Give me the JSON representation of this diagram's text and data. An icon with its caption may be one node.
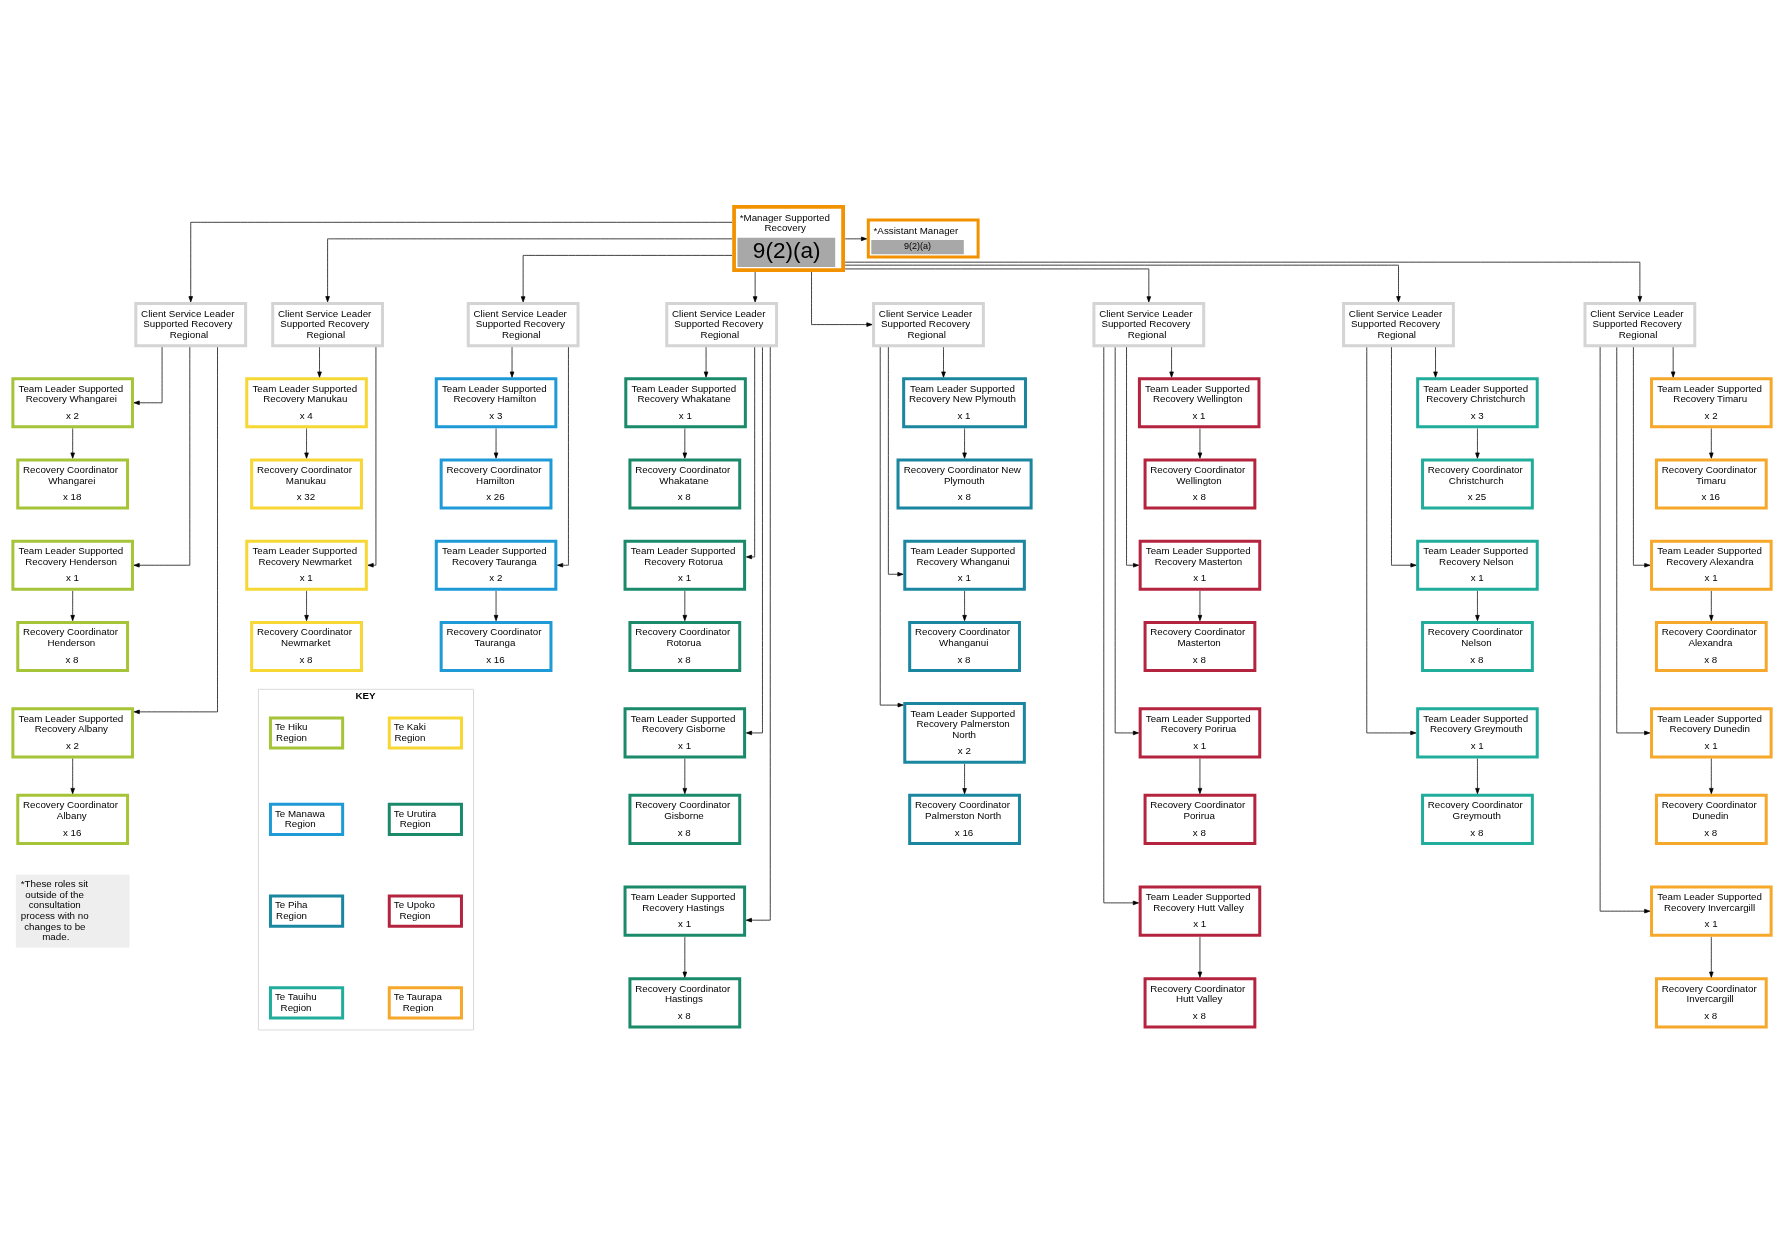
{
  "diagram": {
    "nodes": [
      {
        "text": [
          "*Manager Supported Recovery",
          "9(2)(a)"
        ]
      },
      {
        "text": [
          "*Assistant Manager",
          "9(2)(a)"
        ]
      },
      {
        "text": [
          "Client Service Leader Supported Recovery Regional"
        ]
      },
      {
        "text": [
          "Client Service Leader Supported Recovery Regional"
        ]
      },
      {
        "text": [
          "Client Service Leader Supported Recovery Regional"
        ]
      },
      {
        "text": [
          "Client Service Leader Supported Recovery Regional"
        ]
      },
      {
        "text": [
          "Client Service Leader Supported Recovery Regional"
        ]
      },
      {
        "text": [
          "Client Service Leader Supported Recovery Regional"
        ]
      },
      {
        "text": [
          "Client Service Leader Supported Recovery Regional"
        ]
      },
      {
        "text": [
          "Client Service Leader Supported Recovery Regional"
        ]
      },
      {
        "text": [
          "Team Leader Supported Recovery Whangarei",
          "x 2"
        ]
      },
      {
        "text": [
          "Recovery Coordinator Whangarei",
          "x 18"
        ]
      },
      {
        "text": [
          "Team Leader Supported Recovery Henderson",
          "x 1"
        ]
      },
      {
        "text": [
          "Recovery Coordinator Henderson",
          "x 8"
        ]
      },
      {
        "text": [
          "Team Leader Supported Recovery Albany",
          "x 2"
        ]
      },
      {
        "text": [
          "Recovery Coordinator Albany",
          "x 16"
        ]
      },
      {
        "text": [
          "Team Leader Supported Recovery Manukau",
          "x 4"
        ]
      },
      {
        "text": [
          "Recovery Coordinator Manukau",
          "x 32"
        ]
      },
      {
        "text": [
          "Team Leader Supported Recovery Newmarket",
          "x 1"
        ]
      },
      {
        "text": [
          "Recovery Coordinator Newmarket",
          "x 8"
        ]
      },
      {
        "text": [
          "Team Leader Supported Recovery Hamilton",
          "x 3"
        ]
      },
      {
        "text": [
          "Recovery Coordinator Hamilton",
          "x 26"
        ]
      },
      {
        "text": [
          "Team Leader Supported Recovery Tauranga",
          "x 2"
        ]
      },
      {
        "text": [
          "Recovery Coordinator Tauranga",
          "x 16"
        ]
      },
      {
        "text": [
          "Team Leader Supported Recovery Whakatane",
          "x 1"
        ]
      },
      {
        "text": [
          "Recovery Coordinator Whakatane",
          "x 8"
        ]
      },
      {
        "text": [
          "Team Leader Supported Recovery Rotorua",
          "x 1"
        ]
      },
      {
        "text": [
          "Recovery Coordinator Rotorua",
          "x 8"
        ]
      },
      {
        "text": [
          "Team Leader Supported Recovery Gisborne",
          "x 1"
        ]
      },
      {
        "text": [
          "Recovery Coordinator Gisborne",
          "x 8"
        ]
      },
      {
        "text": [
          "Team Leader Supported Recovery Hastings",
          "x 1"
        ]
      },
      {
        "text": [
          "Recovery Coordinator Hastings",
          "x 8"
        ]
      },
      {
        "text": [
          "Team Leader Supported Recovery New Plymouth",
          "x 1"
        ]
      },
      {
        "text": [
          "Recovery Coordinator New Plymouth",
          "x 8"
        ]
      },
      {
        "text": [
          "Team Leader Supported Recovery Whanganui",
          "x 1"
        ]
      },
      {
        "text": [
          "Recovery Coordinator Whanganui",
          "x 8"
        ]
      },
      {
        "text": [
          "Team Leader Supported Recovery Palmerston North",
          "x 2"
        ]
      },
      {
        "text": [
          "Recovery Coordinator Palmerston North",
          "x 16"
        ]
      },
      {
        "text": [
          "Team Leader Supported Recovery Wellington",
          "x 1"
        ]
      },
      {
        "text": [
          "Recovery Coordinator Wellington",
          "x 8"
        ]
      },
      {
        "text": [
          "Team Leader Supported Recovery Masterton",
          "x 1"
        ]
      },
      {
        "text": [
          "Recovery Coordinator Masterton",
          "x 8"
        ]
      },
      {
        "text": [
          "Team Leader Supported Recovery Porirua",
          "x 1"
        ]
      },
      {
        "text": [
          "Recovery Coordinator Porirua",
          "x 8"
        ]
      },
      {
        "text": [
          "Team Leader Supported Recovery Hutt Valley",
          "x 1"
        ]
      },
      {
        "text": [
          "Recovery Coordinator Hutt Valley",
          "x 8"
        ]
      },
      {
        "text": [
          "Team Leader Supported Recovery Christchurch",
          "x 3"
        ]
      },
      {
        "text": [
          "Recovery Coordinator Christchurch",
          "x 25"
        ]
      },
      {
        "text": [
          "Team Leader Supported Recovery Nelson",
          "x 1"
        ]
      },
      {
        "text": [
          "Recovery Coordinator Nelson",
          "x 8"
        ]
      },
      {
        "text": [
          "Team Leader Supported Recovery Greymouth",
          "x 1"
        ]
      },
      {
        "text": [
          "Recovery Coordinator Greymouth",
          "x 8"
        ]
      },
      {
        "text": [
          "Team Leader Supported Recovery Timaru",
          "x 2"
        ]
      },
      {
        "text": [
          "Recovery Coordinator Timaru",
          "x 16"
        ]
      },
      {
        "text": [
          "Team Leader Supported Recovery Alexandra",
          "x 1"
        ]
      },
      {
        "text": [
          "Recovery Coordinator Alexandra",
          "x 8"
        ]
      },
      {
        "text": [
          "Team Leader Supported Recovery Dunedin",
          "x 1"
        ]
      },
      {
        "text": [
          "Recovery Coordinator Dunedin",
          "x 8"
        ]
      },
      {
        "text": [
          "Team Leader Supported Recovery Invercargill",
          "x 1"
        ]
      },
      {
        "text": [
          "Recovery Coordinator Invercargill",
          "x 8"
        ]
      },
      {
        "text": [
          "KEY"
        ]
      },
      {
        "text": [
          "*These roles sit outside of the consultation process with no changes to be made."
        ]
      }
    ],
    "edges": [
      {
        "from": 0,
        "to": 1,
        "arrow": "to"
      },
      {
        "from": 0,
        "to": 2,
        "arrow": "to"
      },
      {
        "from": 0,
        "to": 3,
        "arrow": "to"
      },
      {
        "from": 0,
        "to": 4,
        "arrow": "to"
      },
      {
        "from": 0,
        "to": 5,
        "arrow": "to"
      },
      {
        "from": 0,
        "to": 6,
        "arrow": "to"
      },
      {
        "from": 0,
        "to": 7,
        "arrow": "to"
      },
      {
        "from": 0,
        "to": 8,
        "arrow": "to"
      },
      {
        "from": 0,
        "to": 9,
        "arrow": "to"
      },
      {
        "from": 2,
        "to": 10,
        "arrow": "to"
      },
      {
        "from": 10,
        "to": 11,
        "arrow": "to"
      },
      {
        "from": 2,
        "to": 12,
        "arrow": "to"
      },
      {
        "from": 12,
        "to": 13,
        "arrow": "to"
      },
      {
        "from": 2,
        "to": 14,
        "arrow": "to"
      },
      {
        "from": 14,
        "to": 15,
        "arrow": "to"
      },
      {
        "from": 3,
        "to": 16,
        "arrow": "to"
      },
      {
        "from": 16,
        "to": 17,
        "arrow": "to"
      },
      {
        "from": 3,
        "to": 18,
        "arrow": "to"
      },
      {
        "from": 18,
        "to": 19,
        "arrow": "to"
      },
      {
        "from": 4,
        "to": 20,
        "arrow": "to"
      },
      {
        "from": 20,
        "to": 21,
        "arrow": "to"
      },
      {
        "from": 4,
        "to": 22,
        "arrow": "to"
      },
      {
        "from": 22,
        "to": 23,
        "arrow": "to"
      },
      {
        "from": 5,
        "to": 24,
        "arrow": "to"
      },
      {
        "from": 24,
        "to": 25,
        "arrow": "to"
      },
      {
        "from": 5,
        "to": 26,
        "arrow": "to"
      },
      {
        "from": 26,
        "to": 27,
        "arrow": "to"
      },
      {
        "from": 5,
        "to": 28,
        "arrow": "to"
      },
      {
        "from": 28,
        "to": 29,
        "arrow": "to"
      },
      {
        "from": 5,
        "to": 30,
        "arrow": "to"
      },
      {
        "from": 30,
        "to": 31,
        "arrow": "to"
      },
      {
        "from": 6,
        "to": 32,
        "arrow": "to"
      },
      {
        "from": 32,
        "to": 33,
        "arrow": "to"
      },
      {
        "from": 6,
        "to": 34,
        "arrow": "to"
      },
      {
        "from": 34,
        "to": 35,
        "arrow": "to"
      },
      {
        "from": 6,
        "to": 36,
        "arrow": "to"
      },
      {
        "from": 36,
        "to": 37,
        "arrow": "to"
      },
      {
        "from": 7,
        "to": 38,
        "arrow": "to"
      },
      {
        "from": 38,
        "to": 39,
        "arrow": "to"
      },
      {
        "from": 7,
        "to": 40,
        "arrow": "to"
      },
      {
        "from": 40,
        "to": 41,
        "arrow": "to"
      },
      {
        "from": 7,
        "to": 42,
        "arrow": "to"
      },
      {
        "from": 42,
        "to": 43,
        "arrow": "to"
      },
      {
        "from": 7,
        "to": 44,
        "arrow": "to"
      },
      {
        "from": 44,
        "to": 45,
        "arrow": "to"
      },
      {
        "from": 8,
        "to": 46,
        "arrow": "to"
      },
      {
        "from": 46,
        "to": 47,
        "arrow": "to"
      },
      {
        "from": 8,
        "to": 48,
        "arrow": "to"
      },
      {
        "from": 48,
        "to": 49,
        "arrow": "to"
      },
      {
        "from": 8,
        "to": 50,
        "arrow": "to"
      },
      {
        "from": 50,
        "to": 51,
        "arrow": "to"
      },
      {
        "from": 9,
        "to": 52,
        "arrow": "to"
      },
      {
        "from": 52,
        "to": 53,
        "arrow": "to"
      },
      {
        "from": 9,
        "to": 54,
        "arrow": "to"
      },
      {
        "from": 54,
        "to": 55,
        "arrow": "to"
      },
      {
        "from": 9,
        "to": 56,
        "arrow": "to"
      },
      {
        "from": 56,
        "to": 57,
        "arrow": "to"
      },
      {
        "from": 9,
        "to": 58,
        "arrow": "to"
      },
      {
        "from": 58,
        "to": 59,
        "arrow": "to"
      }
    ],
    "legend": [
      {
        "text": "Te Hiku Region",
        "color": "#a6c437"
      },
      {
        "text": "Te Kaki Region",
        "color": "#f7d733"
      },
      {
        "text": "Te Manawa Region",
        "color": "#1e9bd7"
      },
      {
        "text": "Te Urutira Region",
        "color": "#1b8a6b"
      },
      {
        "text": "Te Piha Region",
        "color": "#1a86a0"
      },
      {
        "text": "Te Upoko Region",
        "color": "#b5243f"
      },
      {
        "text": "Te Tauihu Region",
        "color": "#20ad9b"
      },
      {
        "text": "Te Taurapa Region",
        "color": "#f6a82b"
      }
    ]
  }
}
